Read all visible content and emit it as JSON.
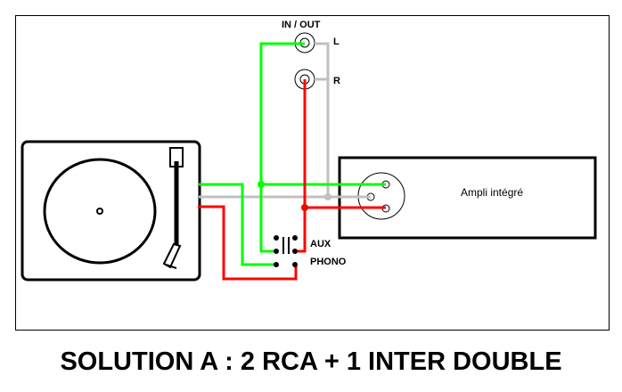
{
  "diagram": {
    "title": "SOLUTION A : 2 RCA + 1 INTER DOUBLE",
    "labels": {
      "in_out": "IN / OUT",
      "left": "L",
      "right": "R",
      "aux": "AUX",
      "phono": "PHONO",
      "amplifier": "Ampli intégré"
    },
    "colors": {
      "left_channel": "#00ff00",
      "right_channel": "#ff0000",
      "ground": "#c0c0c0",
      "outline": "#000000"
    },
    "components": [
      "turntable",
      "rca-jack-left",
      "rca-jack-right",
      "double-switch",
      "din-socket",
      "amplifier"
    ]
  }
}
